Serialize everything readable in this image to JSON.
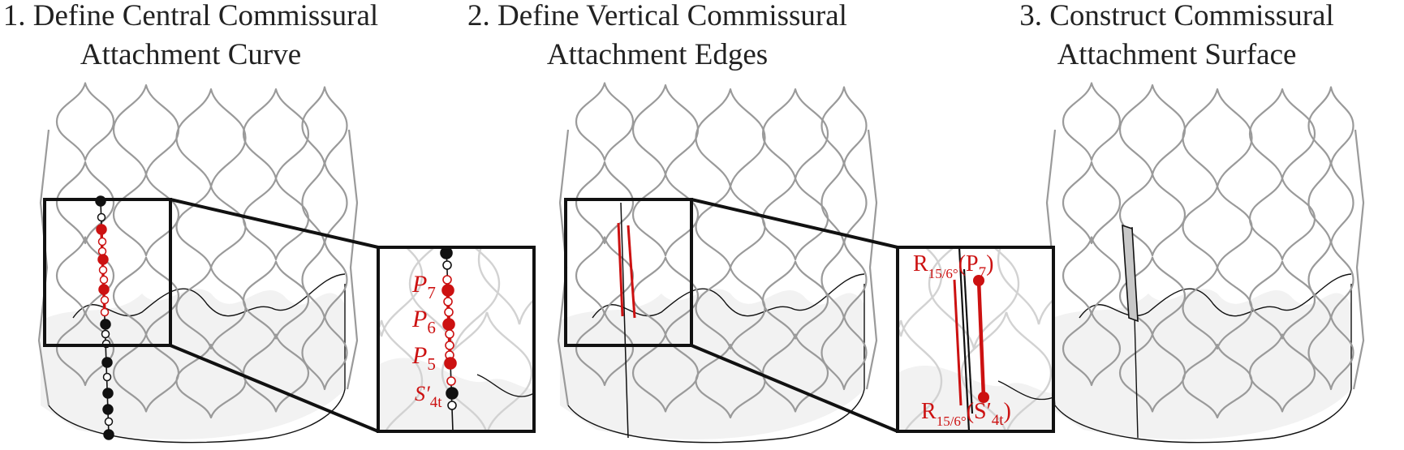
{
  "panels": [
    {
      "id": "p1",
      "title_line1": "1. Define Central Commissural",
      "title_line2": "Attachment Curve"
    },
    {
      "id": "p2",
      "title_line1": "2. Define Vertical Commissural",
      "title_line2": "Attachment Edges"
    },
    {
      "id": "p3",
      "title_line1": "3. Construct Commissural",
      "title_line2": "Attachment Surface"
    }
  ],
  "labels": {
    "p7": "P",
    "p7_sub": "7",
    "p6": "P",
    "p6_sub": "6",
    "p5": "P",
    "p5_sub": "5",
    "s4t": "S′",
    "s4t_sub": "4t",
    "r_top": "R",
    "r_top_sub": "15/6°",
    "r_top_paren": "(P",
    "r_top_paren_sub": "7",
    "r_top_close": ")",
    "r_bot": "R",
    "r_bot_sub": "15/6°",
    "r_bot_paren": "(S′",
    "r_bot_paren_sub": "4t",
    "r_bot_close": ")"
  },
  "colors": {
    "accent": "#cc1111",
    "stent": "#9a9a9a",
    "skirt": "#f2f2f2",
    "frame": "#111111"
  }
}
